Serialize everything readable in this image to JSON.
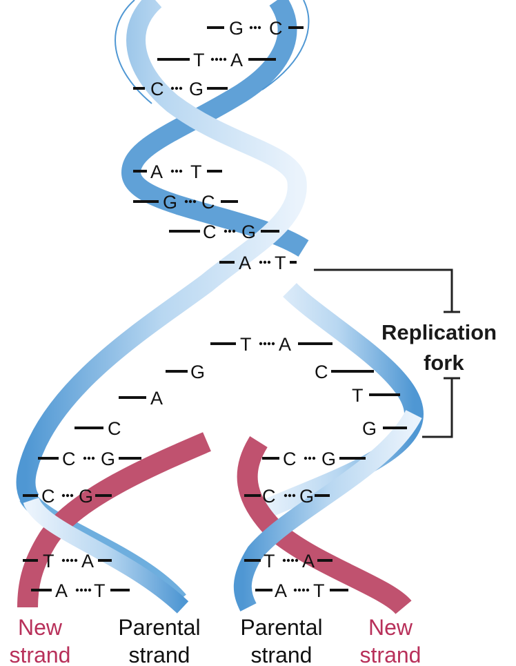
{
  "labels": {
    "replication": "Replication",
    "fork": "fork",
    "new_strand_left_1": "New",
    "new_strand_left_2": "strand",
    "parental_left_1": "Parental",
    "parental_left_2": "strand",
    "parental_right_1": "Parental",
    "parental_right_2": "strand",
    "new_strand_right_1": "New",
    "new_strand_right_2": "strand"
  },
  "bases": {
    "p1": [
      "G",
      "C"
    ],
    "p2": [
      "T",
      "A"
    ],
    "p3": [
      "C",
      "G"
    ],
    "p4": [
      "A",
      "T"
    ],
    "p5": [
      "G",
      "C"
    ],
    "p6": [
      "C",
      "G"
    ],
    "p7": [
      "A",
      "T"
    ],
    "p8": [
      "T",
      "A"
    ],
    "left_unpaired": [
      "G",
      "A",
      "C"
    ],
    "right_unpaired": [
      "C",
      "T",
      "G"
    ],
    "l1": [
      "C",
      "G"
    ],
    "l2": [
      "C",
      "G"
    ],
    "l3": [
      "T",
      "A"
    ],
    "l4": [
      "A",
      "T"
    ],
    "r1": [
      "C",
      "G"
    ],
    "r2": [
      "C",
      "G"
    ],
    "r3": [
      "T",
      "A"
    ],
    "r4": [
      "A",
      "T"
    ]
  },
  "colors": {
    "parental_strand": "#8ec0e6",
    "parental_strand_dark": "#4f97d3",
    "parental_strand_light": "#e8f2fb",
    "new_strand": "#c0526f",
    "new_label": "#b8305a",
    "text": "#111111"
  }
}
